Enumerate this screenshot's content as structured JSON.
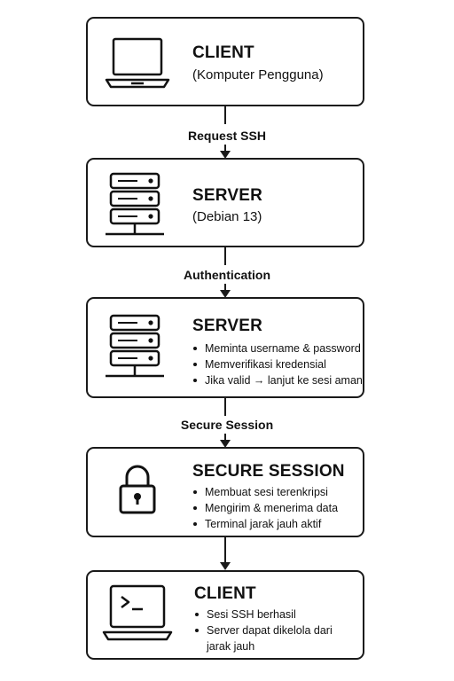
{
  "nodes": [
    {
      "title": "CLIENT",
      "subtitle": "(Komputer Pengguna)",
      "icon": "laptop-icon"
    },
    {
      "title": "SERVER",
      "subtitle": "(Debian 13)",
      "icon": "server-icon"
    },
    {
      "title": "SERVER",
      "icon": "server-icon",
      "bullets": [
        "Meminta username & password",
        "Memverifikasi kredensial",
        "Jika valid → lanjut ke sesi aman"
      ]
    },
    {
      "title": "SECURE SESSION",
      "icon": "lock-icon",
      "bullets": [
        "Membuat sesi terenkripsi",
        "Mengirim & menerima data",
        "Terminal jarak jauh aktif"
      ]
    },
    {
      "title": "CLIENT",
      "icon": "terminal-laptop-icon",
      "bullets": [
        "Sesi SSH berhasil",
        "Server dapat dikelola dari jarak jauh"
      ]
    }
  ],
  "edges": [
    {
      "label": "Request SSH"
    },
    {
      "label": "Authentication"
    },
    {
      "label": "Secure Session"
    },
    {
      "label": ""
    }
  ]
}
